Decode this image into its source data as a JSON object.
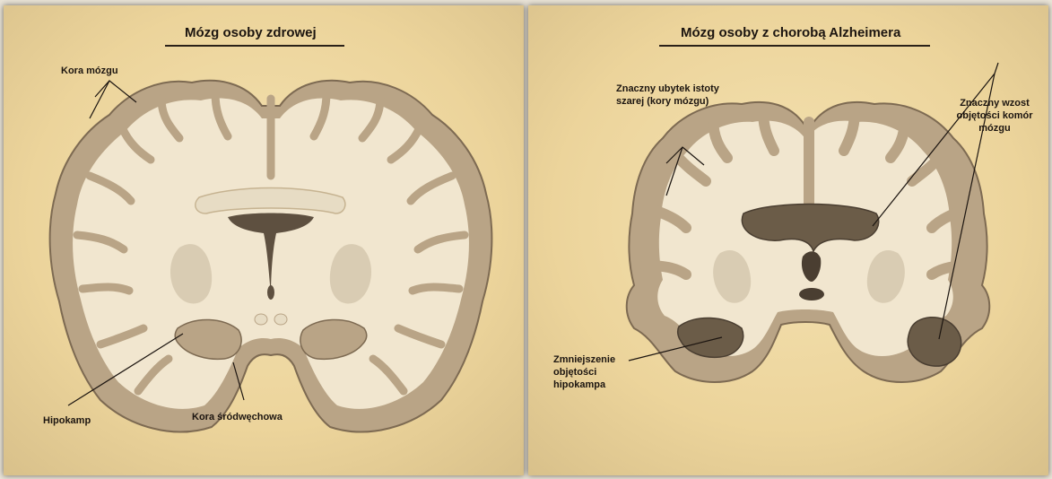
{
  "healthy": {
    "title": "Mózg osoby zdrowej",
    "labels": {
      "cortex": "Kora mózgu",
      "hippocampus": "Hipokamp",
      "entorhinal": "Kora śródwęchowa"
    }
  },
  "alzheimer": {
    "title": "Mózg osoby z chorobą Alzheimera",
    "labels": {
      "gray_loss": [
        "Znaczny ubytek istoty",
        "szarej (kory mózgu)"
      ],
      "ventricles": [
        "Znaczny wzost",
        "objętości komór",
        "mózgu"
      ],
      "hippo_shrink": [
        "Zmniejszenie",
        "objętości",
        "hipokampa"
      ]
    }
  },
  "colors": {
    "background": "#efd9a2",
    "cortex": "#b9a486",
    "white_matter": "#f1e6cf",
    "outline": "#7d6a52",
    "ventricle": "#5e5040",
    "text": "#1c1510"
  }
}
